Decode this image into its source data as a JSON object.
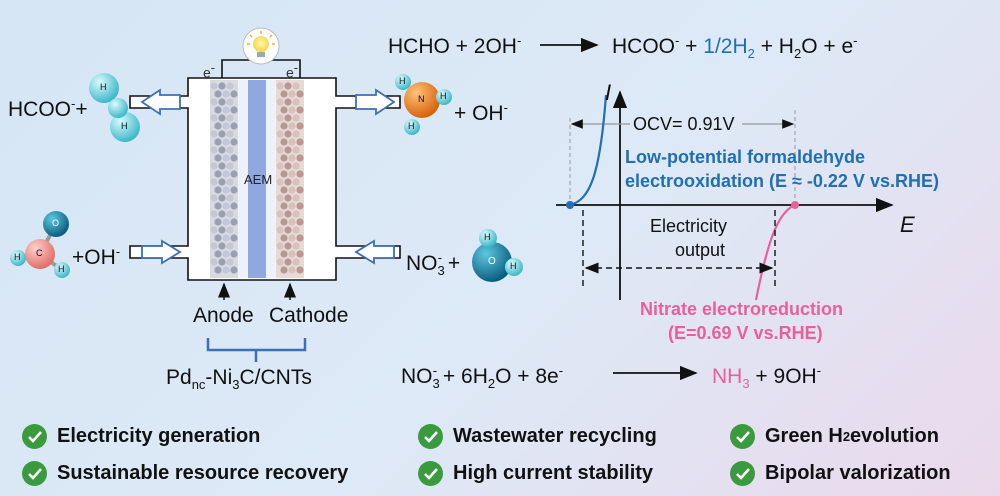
{
  "equations": {
    "anode": {
      "hcho": "HCHO",
      "plus1": " + 2OH",
      "minus": "-",
      "hcoo": "HCOO",
      "minus2": "-",
      "plus2": " + ",
      "h2": "1/2H",
      "h2_sub": "2",
      "water": " + H",
      "water_sub": "2",
      "o_e": "O + e",
      "e_sup": "-"
    },
    "cathode": {
      "no3": "NO",
      "no3_sub": "3",
      "no3_sup": "-",
      "rest": " + 6H",
      "rest_sub": "2",
      "rest2": "O + 8e",
      "e_sup": "-",
      "nh3": "NH",
      "nh3_sub": "3",
      "oh": " + 9OH",
      "oh_sup": "-"
    }
  },
  "cell": {
    "electron_left": "e",
    "electron_right": "e",
    "electron_sup": "-",
    "membrane_label": "AEM",
    "anode_label": "Anode",
    "cathode_label": "Cathode",
    "catalyst_pd": "Pd",
    "catalyst_sub": "nc",
    "catalyst_rest": "-Ni",
    "catalyst_sub2": "3",
    "catalyst_rest2": "C/CNTs",
    "out_left": "HCOO",
    "out_left_sup": "-",
    "out_left_plus": "+",
    "in_left": "+OH",
    "in_left_sup": "-",
    "out_right": "+ OH",
    "out_right_sup": "-",
    "in_right_no3": "NO",
    "in_right_sub": "3",
    "in_right_sup": "-",
    "in_right_plus": " +"
  },
  "molecules": {
    "h": "H",
    "n": "N",
    "c": "C",
    "o": "O"
  },
  "plot": {
    "y_axis": "I",
    "x_axis": "E",
    "ocv": "OCV= 0.91V",
    "anode_title1": "Low-potential formaldehyde",
    "anode_title2": "electrooxidation (E ≈ -0.22 V vs.RHE)",
    "electricity1": "Electricity",
    "electricity2": "output",
    "cathode_title1": "Nitrate electroreduction",
    "cathode_title2": "(E=0.69 V vs.RHE)"
  },
  "features": [
    {
      "label": "Electricity generation"
    },
    {
      "label": "Wastewater recycling"
    },
    {
      "label": "Green H",
      "sub": "2",
      "tail": " evolution"
    },
    {
      "label": "Sustainable resource recovery"
    },
    {
      "label": "High current stability"
    },
    {
      "label": "Bipolar valorization"
    }
  ],
  "colors": {
    "anode_blue": "#1f6fb2",
    "cathode_pink": "#e8609a",
    "check_green": "#3a9a3e"
  }
}
